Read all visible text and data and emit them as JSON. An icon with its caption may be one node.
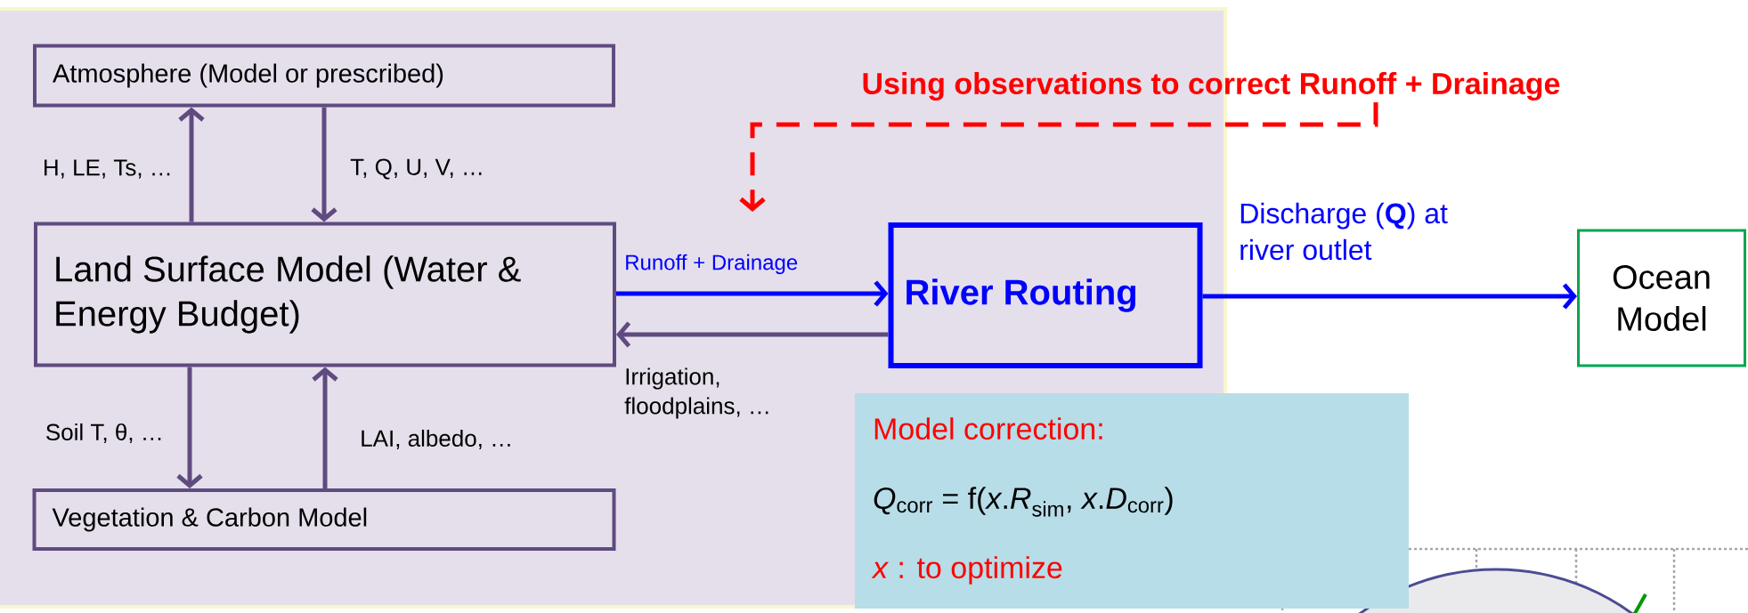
{
  "diagram": {
    "nodes": [
      {
        "text": [
          "Atmosphere (Model or prescribed)"
        ]
      },
      {
        "text": [
          "Land Surface Model (Water & Energy Budget)"
        ]
      },
      {
        "text": [
          "Vegetation & Carbon Model"
        ]
      },
      {
        "text": [
          "River Routing"
        ]
      },
      {
        "text": [
          "Ocean Model"
        ]
      },
      {
        "text": [
          "Model correction:",
          "*Q*$_{corr}$ = f(*x*.*R*$_{sim}$, *x*.*D*$_{corr}$)",
          "*x* :  to optimize"
        ]
      },
      {
        "text": [
          "Using observations to correct Runoff + Drainage"
        ]
      }
    ],
    "edges": [
      {
        "from": 1,
        "to": 0,
        "arrow": "to",
        "label": "H, LE, Ts, …"
      },
      {
        "from": 0,
        "to": 1,
        "arrow": "to",
        "label": "T, Q, U, V, …"
      },
      {
        "from": 1,
        "to": 2,
        "arrow": "to",
        "label": "Soil T, θ, …"
      },
      {
        "from": 2,
        "to": 1,
        "arrow": "to",
        "label": "LAI, albedo, …"
      },
      {
        "from": 1,
        "to": 3,
        "arrow": "to",
        "label": "Runoff + Drainage",
        "color": "#0000ff"
      },
      {
        "from": 3,
        "to": 1,
        "arrow": "to",
        "label": "Irrigation, floodplains, …"
      },
      {
        "from": 3,
        "to": 4,
        "arrow": "to",
        "label": "Discharge (**Q**) at river outlet",
        "color": "#0000ff"
      },
      {
        "from": 6,
        "to": null,
        "arrow": "to",
        "style": "dashed",
        "color": "#ff0000"
      }
    ]
  }
}
